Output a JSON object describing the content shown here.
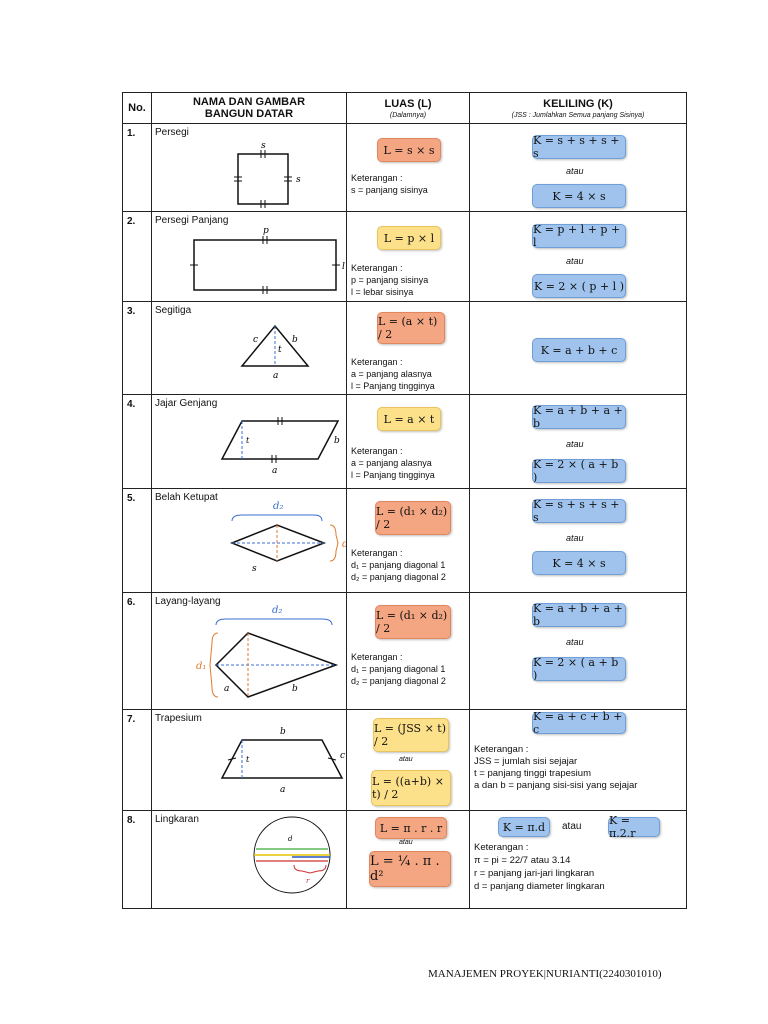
{
  "header": {
    "no": "No.",
    "name_line1": "NAMA DAN GAMBAR",
    "name_line2": "BANGUN DATAR",
    "luas": "LUAS (L)",
    "luas_sub": "(Dalamnya)",
    "keliling": "KELILING (K)",
    "keliling_sub": "(JSS : Jumlahkan Semua panjang Sisinya)"
  },
  "rows": [
    {
      "no": "1.",
      "name": "Persegi",
      "luas": "L = s × s",
      "ket": [
        "Keterangan :",
        "s = panjang sisinya"
      ],
      "kel1": "K = s + s + s + s",
      "atau": "atau",
      "kel2": "K = 4 × s"
    },
    {
      "no": "2.",
      "name": "Persegi Panjang",
      "luas": "L = p × l",
      "ket": [
        "Keterangan :",
        "p = panjang sisinya",
        "l  = lebar sisinya"
      ],
      "kel1": "K = p + l + p + l",
      "atau": "atau",
      "kel2": "K = 2 × ( p + l )"
    },
    {
      "no": "3.",
      "name": "Segitiga",
      "luas": "L = (a × t) / 2",
      "ket": [
        "Keterangan :",
        "a = panjang alasnya",
        "l  = Panjang tingginya"
      ],
      "kel1": "K = a + b + c"
    },
    {
      "no": "4.",
      "name": "Jajar Genjang",
      "luas": "L = a ×  t",
      "ket": [
        "Keterangan :",
        "a = panjang alasnya",
        "l  = Panjang tingginya"
      ],
      "kel1": "K = a + b + a + b",
      "atau": "atau",
      "kel2": "K = 2 × ( a + b )"
    },
    {
      "no": "5.",
      "name": "Belah Ketupat",
      "luas": "L = (d₁ × d₂) / 2",
      "ket": [
        "Keterangan :",
        "d₁ = panjang diagonal 1",
        "d₂ = panjang diagonal 2"
      ],
      "kel1": "K = s + s + s + s",
      "atau": "atau",
      "kel2": "K = 4 × s"
    },
    {
      "no": "6.",
      "name": "Layang-layang",
      "luas": "L = (d₁ × d₂) / 2",
      "ket": [
        "Keterangan :",
        "d₁ = panjang diagonal 1",
        "d₂ = panjang diagonal 2"
      ],
      "kel1": "K = a + b + a + b",
      "atau": "atau",
      "kel2": "K = 2 × ( a + b )"
    },
    {
      "no": "7.",
      "name": "Trapesium",
      "luas": "L = (JSS × t) / 2",
      "atau": "atau",
      "luas2": "L = ((a+b) × t) / 2",
      "kel1": "K = a + c + b + c",
      "ket": [
        "Keterangan :",
        "JSS = jumlah sisi sejajar",
        "t = panjang tinggi trapesium",
        "a dan b = panjang sisi-sisi yang sejajar"
      ]
    },
    {
      "no": "8.",
      "name": "Lingkaran",
      "luas": "L = π . r . r",
      "atau": "atau",
      "luas2": "L = ¼ . π . d²",
      "kel1": "K = π.d",
      "kel_atau": "atau",
      "kel2": "K = π.2.r",
      "ket": [
        "Keterangan :",
        "π = pi = 22/7 atau 3.14",
        "r = panjang jari-jari lingkaran",
        "d = panjang diameter lingkaran"
      ]
    }
  ],
  "footer": "MANAJEMEN PROYEK|NURIANTI(2240301010)"
}
